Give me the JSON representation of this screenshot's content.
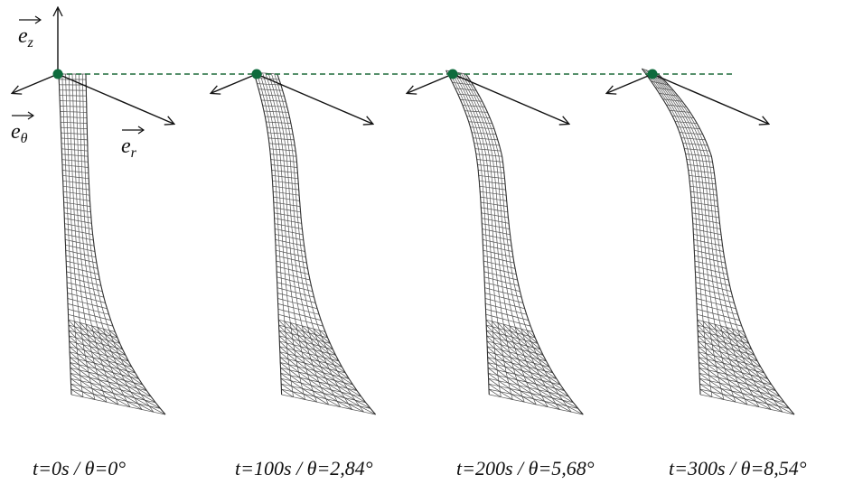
{
  "axes": {
    "e_z": {
      "base": "e",
      "sub": "z"
    },
    "e_theta": {
      "base": "e",
      "sub": "θ"
    },
    "e_r": {
      "base": "e",
      "sub": "r"
    }
  },
  "frames": [
    {
      "caption": "t=0s / θ=0°",
      "t_s": 0,
      "theta_deg": 0
    },
    {
      "caption": "t=100s / θ=2,84°",
      "t_s": 100,
      "theta_deg": 2.84
    },
    {
      "caption": "t=200s / θ=5,68°",
      "t_s": 200,
      "theta_deg": 5.68
    },
    {
      "caption": "t=300s / θ=8,54°",
      "t_s": 300,
      "theta_deg": 8.54
    }
  ],
  "colors": {
    "reference_line": "#1f6b3a",
    "pivot_point": "#0e6b3c",
    "mesh": "#555555",
    "mesh_dark": "#333333",
    "arrow": "#111111"
  }
}
